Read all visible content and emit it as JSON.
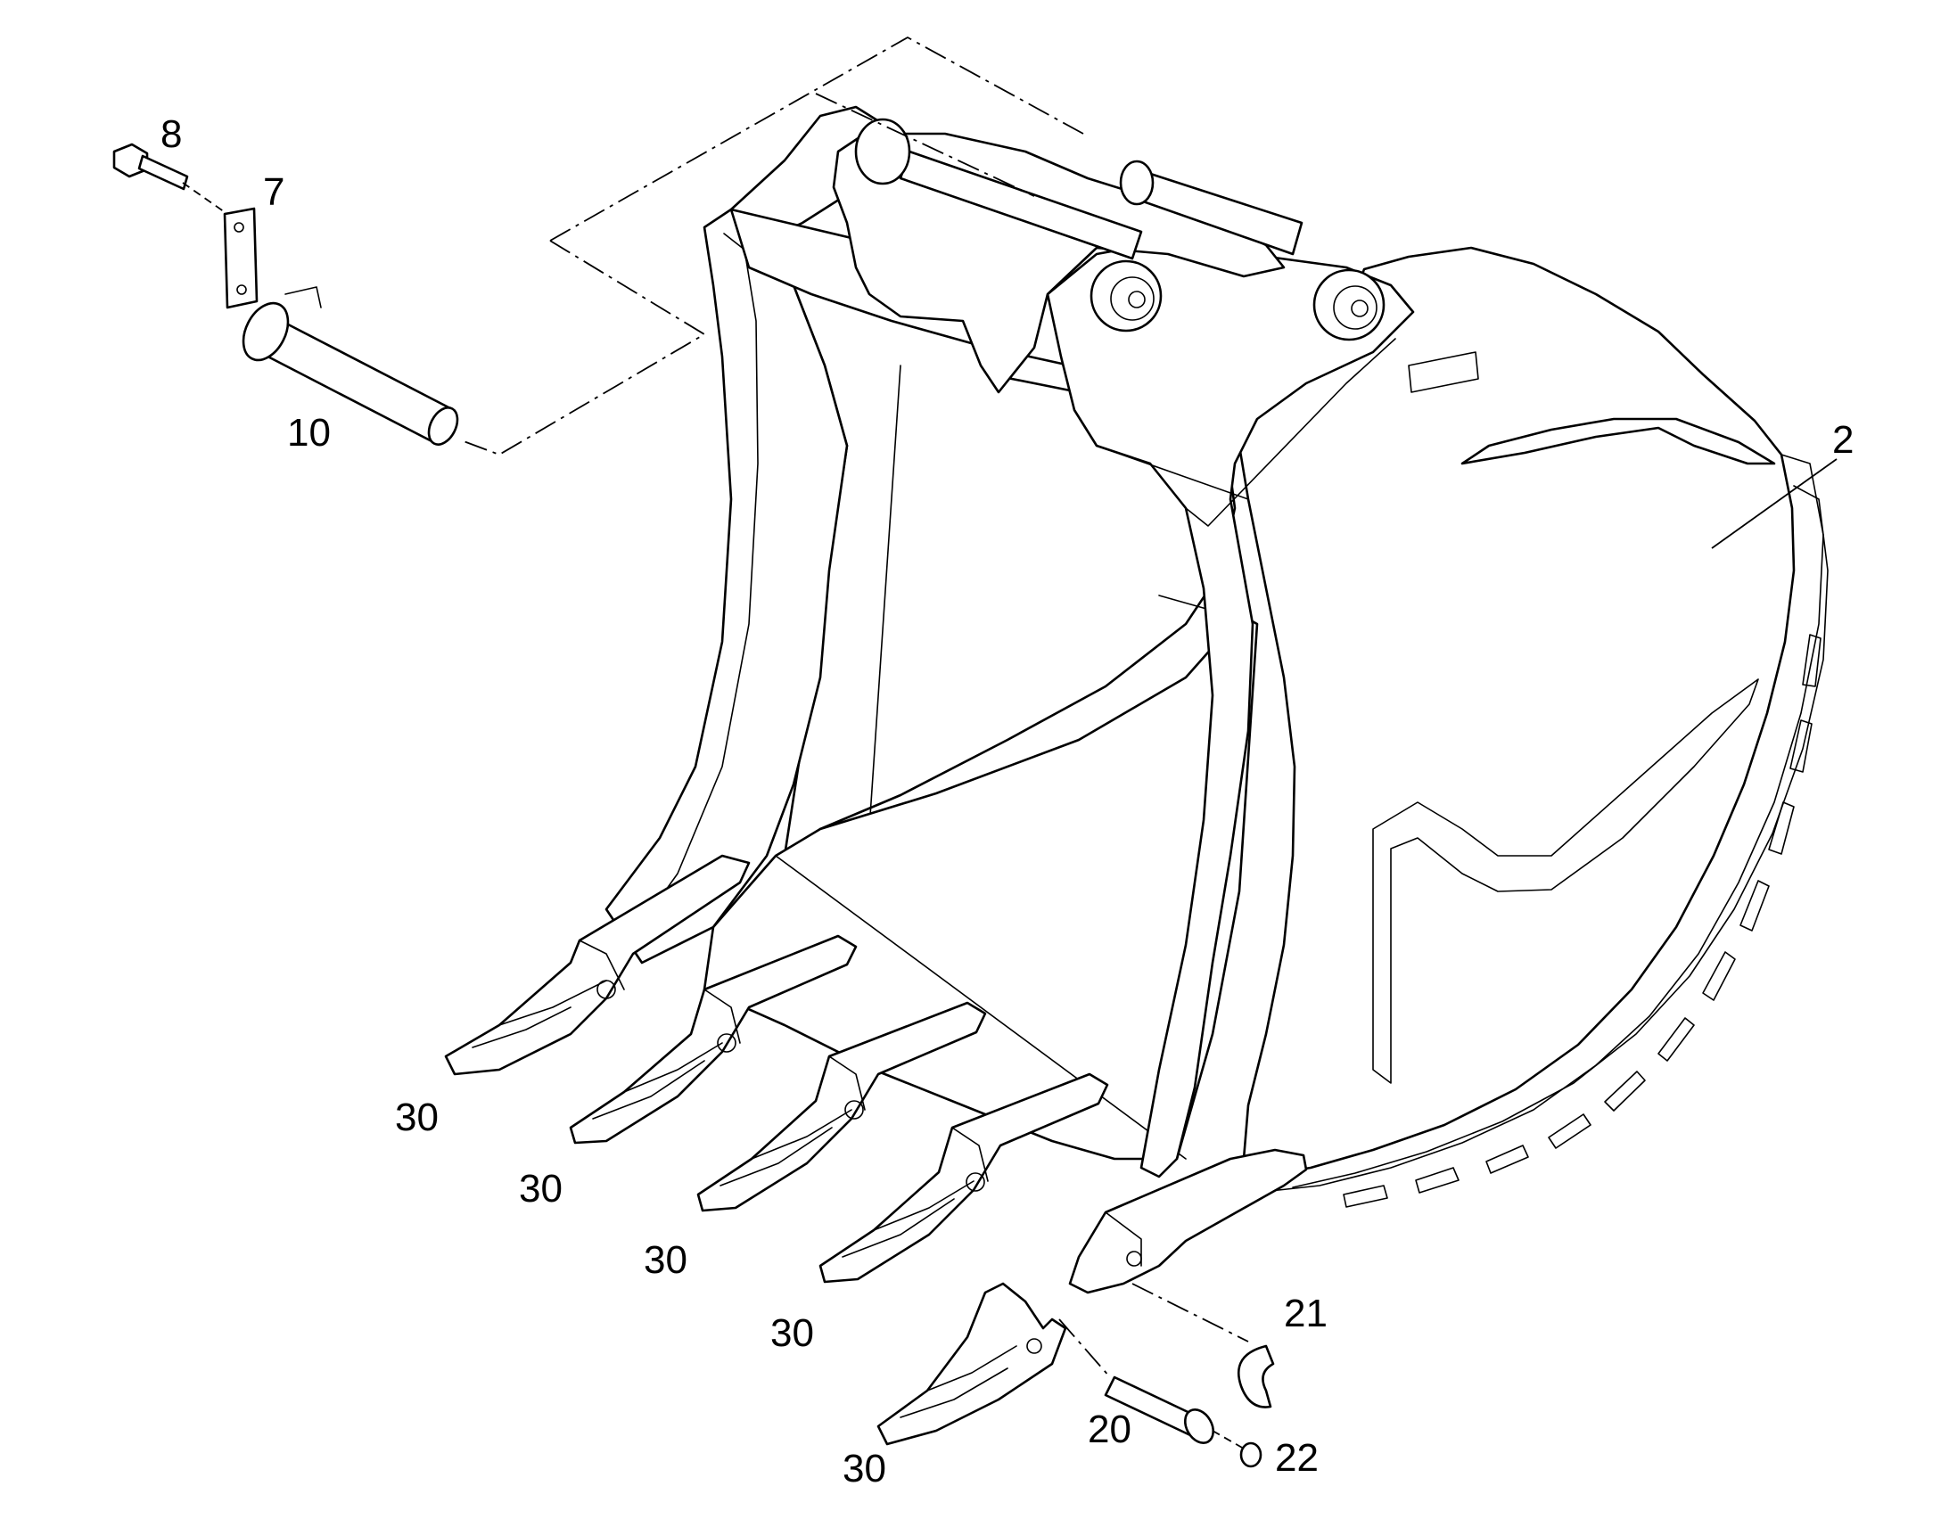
{
  "callouts": {
    "c2": "2",
    "c7": "7",
    "c8": "8",
    "c10": "10",
    "c20": "20",
    "c21": "21",
    "c22": "22",
    "c30a": "30",
    "c30b": "30",
    "c30c": "30",
    "c30d": "30",
    "c30e": "30"
  },
  "colors": {
    "line": "#000000",
    "background": "#ffffff"
  }
}
